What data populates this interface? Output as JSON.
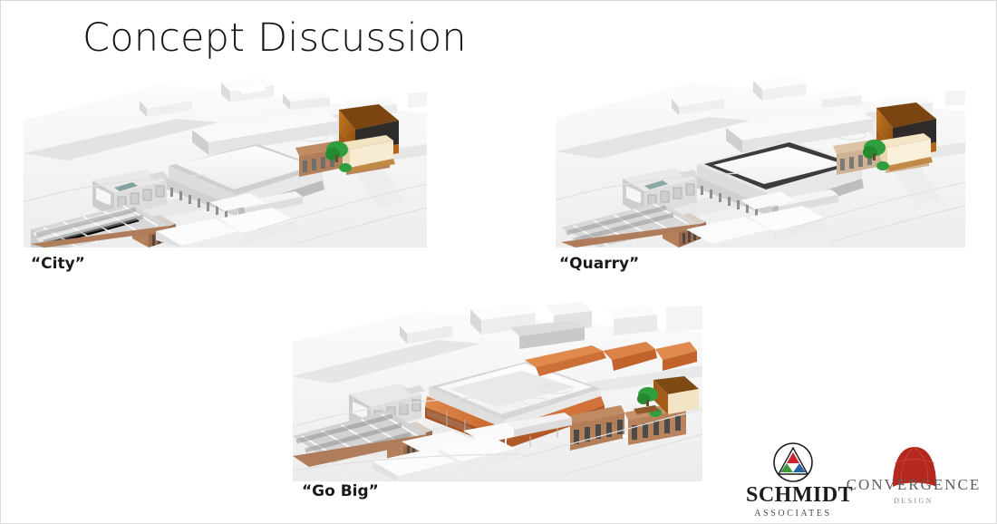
{
  "slide": {
    "title": "Concept Discussion",
    "background_color": "#ffffff",
    "border_color": "#d9d9d9"
  },
  "renderings": [
    {
      "id": "city",
      "caption": "“City”",
      "alt": "3D aerial massing rendering of a downtown block with a large white-roofed arena building, a brick parking structure, a historic corner building and an orange-roofed pavilion",
      "palette": {
        "ground": "#f2f2f2",
        "building_white": "#f8f8f8",
        "building_grey": "#c9c9c9",
        "roof_dark": "#5a5a5a",
        "brick": "#c08a63",
        "pavilion_orange": "#b5651a",
        "pavilion_cream": "#f0e0c0",
        "tree_green": "#2f9e3f"
      }
    },
    {
      "id": "quarry",
      "caption": "“Quarry”",
      "alt": "3D aerial massing rendering of the same downtown block with a recessed dark-framed roof on the central arena building",
      "palette": {
        "ground": "#f2f2f2",
        "building_white": "#f8f8f8",
        "building_grey": "#cfcfcf",
        "roof_dark": "#3c3c3c",
        "brick": "#d8b892",
        "pavilion_orange": "#b5651a",
        "pavilion_cream": "#f5e6c8",
        "tree_green": "#2f9e3f"
      }
    },
    {
      "id": "gobig",
      "caption": "“Go Big”",
      "alt": "3D aerial massing rendering of the downtown block with a large orange terracotta canopy band wrapping the central building and the street",
      "palette": {
        "ground": "#f2f2f2",
        "building_white": "#f8f8f8",
        "building_grey": "#c9c9c9",
        "roof_dark": "#4a4a4a",
        "brick": "#b98566",
        "canopy_orange": "#d2723a",
        "tree_green": "#2f9e3f"
      }
    }
  ],
  "logos": {
    "schmidt": {
      "name": "SCHMIDT",
      "sub": "ASSOCIATES",
      "mark_colors": {
        "red": "#cc2229",
        "green": "#3d9b3d",
        "blue": "#2566a8",
        "outline": "#1c1c1c"
      }
    },
    "convergence": {
      "name": "CONVERGENCE",
      "sub": "DESIGN",
      "dome_color": "#b5281f",
      "text_color": "#5c5c5c"
    }
  }
}
